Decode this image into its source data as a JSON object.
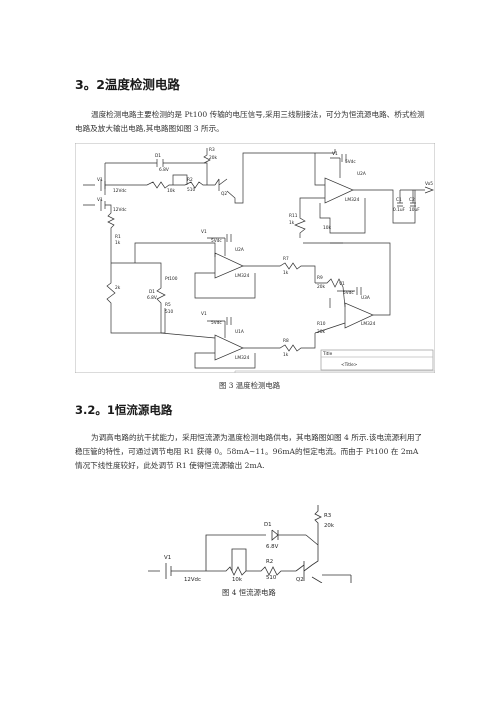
{
  "section_heading": "3。2温度检测电路",
  "paragraph_1": "温度检测电路主要检测的是 Pt100 传输的电压信号,采用三线制接法，可分为恒流源电路、桥式检测电路及放大输出电路,其电路图如图 3 所示。",
  "figure_3_caption": "图 3 温度检测电路",
  "subsection_heading": "3.2。1恒流源电路",
  "paragraph_2": "为调高电路的抗干扰能力，采用恒流源为温度检测电路供电，其电路图如图 4 所示.该电流源利用了稳压管的特性，可通过调节电阻 R1 获得 0。58mA~11。96mA的恒定电流。而由于 Pt100 在 2mA 情况下线性度较好，此处调节 R1 使得恒流源输出 2mA.",
  "figure_4_caption": "图 4 恒流源电路",
  "fig3_labels": {
    "V1": "V1",
    "v1_val": "12Vdc",
    "R1": "R1",
    "r1_val": "1k",
    "D1": "D1",
    "d1_val": "6.8V",
    "R3": "R3",
    "r3_val": "20k",
    "R2": "R2",
    "r2_val": "510",
    "q2": "Q2",
    "r10k": "10k",
    "V_mid": "V1",
    "v_mid_val": "12Vdc",
    "R_ptl": "R1",
    "r_ptl_val": "1k",
    "pt": "Pt100",
    "pt2": "2k",
    "D2": "D1",
    "d2_val": "6.8V",
    "R5": "R5",
    "r5_val": "510",
    "V5_top": "V1",
    "v5_top": "5Vdc",
    "U1": "U2A",
    "lm1": "LM324",
    "V5_a": "V1",
    "v5_a": "5Vdc",
    "U2": "U2A",
    "lm2": "LM324",
    "V5_b": "V1",
    "v5_b": "5Vdc",
    "U3": "U1A",
    "lm3": "LM324",
    "V5_c": "V1",
    "v5_c": "5Vdc",
    "U4": "U3A",
    "lm4": "LM324",
    "R7": "R7",
    "r7_val": "1k",
    "R8": "R8",
    "r8_val": "1k",
    "R9": "R9",
    "r9_val": "20k",
    "R10": "R10",
    "r10_val": "20k",
    "R11": "R11",
    "r11_val": "1k",
    "rf": "10k",
    "C1": "C1",
    "c1_val": "0.1uF",
    "C2": "C2",
    "c2_val": "10uF",
    "out": "Vo5",
    "title": "Title",
    "title_val": "<Title>"
  },
  "fig4_labels": {
    "R3": "R3",
    "r3_val": "20k",
    "D1": "D1",
    "d1_val": "6.8V",
    "V1": "V1",
    "v1_val": "12Vdc",
    "R2": "R2",
    "r2_val": "510",
    "r1_val": "10k",
    "q2": "Q2"
  }
}
